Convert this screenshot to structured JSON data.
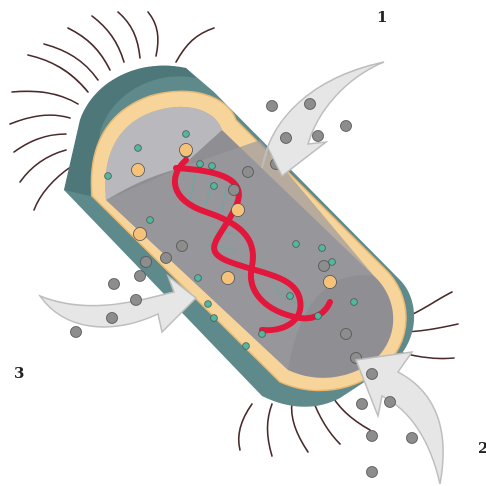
{
  "labels": {
    "one": "1",
    "two": "2",
    "three": "3"
  },
  "colors": {
    "capsule_teal": "#5e8a8c",
    "capsule_teal_dark": "#4d7779",
    "membrane": "#f7d49a",
    "membrane_edge": "#e6b873",
    "cytoplasm": "#8f8f93",
    "cytoplasm_light": "#b9b9bd",
    "dna_red": "#e3173b",
    "dna_rungs": "#6aa7a2",
    "flagella": "#4a2a2a",
    "arrow_fill": "#e6e6e6",
    "arrow_shade": "#bdbdbd",
    "particle_gray": "#8d8d8d",
    "particle_teal": "#4fb89e",
    "particle_orange": "#f6c27a"
  },
  "icons": [
    "flagella",
    "capsule",
    "cell-membrane",
    "cytoplasm",
    "dna-double-helix",
    "ribosome-particles",
    "inflow-arrow",
    "outflow-arrow"
  ]
}
